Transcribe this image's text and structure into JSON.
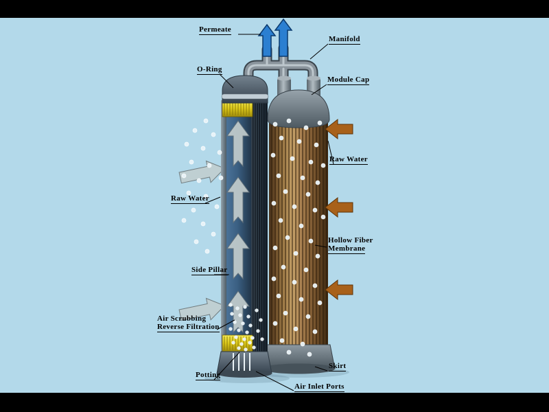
{
  "canvas": {
    "background_color": "#b3d9ea",
    "letterbox_color": "#000000"
  },
  "labels": {
    "permeate": "Permeate",
    "manifold": "Manifold",
    "o_ring": "O-Ring",
    "module_cap": "Module Cap",
    "raw_water_right": "Raw Water",
    "raw_water_left": "Raw Water",
    "hollow_fiber_line1": "Hollow Fiber",
    "hollow_fiber_line2": "Membrane",
    "side_pillar": "Side Pillar",
    "air_scrubbing_line1": "Air Scrubbing",
    "air_scrubbing_line2": "Reverse Filtration",
    "potting": "Potting",
    "skirt": "Skirt",
    "air_inlet_ports": "Air Inlet Ports"
  },
  "colors": {
    "permeate_arrow": "#2b7fd1",
    "raw_water_arrow": "#a8611a",
    "internal_flow_arrow": "#c2cccc",
    "potting_band": "#e6d41e",
    "fiber_bundle": "#9c7a4a",
    "module_shell": "#3c5060",
    "pipe_gray": "#8a949c",
    "bubble": "#e9f4f9"
  }
}
